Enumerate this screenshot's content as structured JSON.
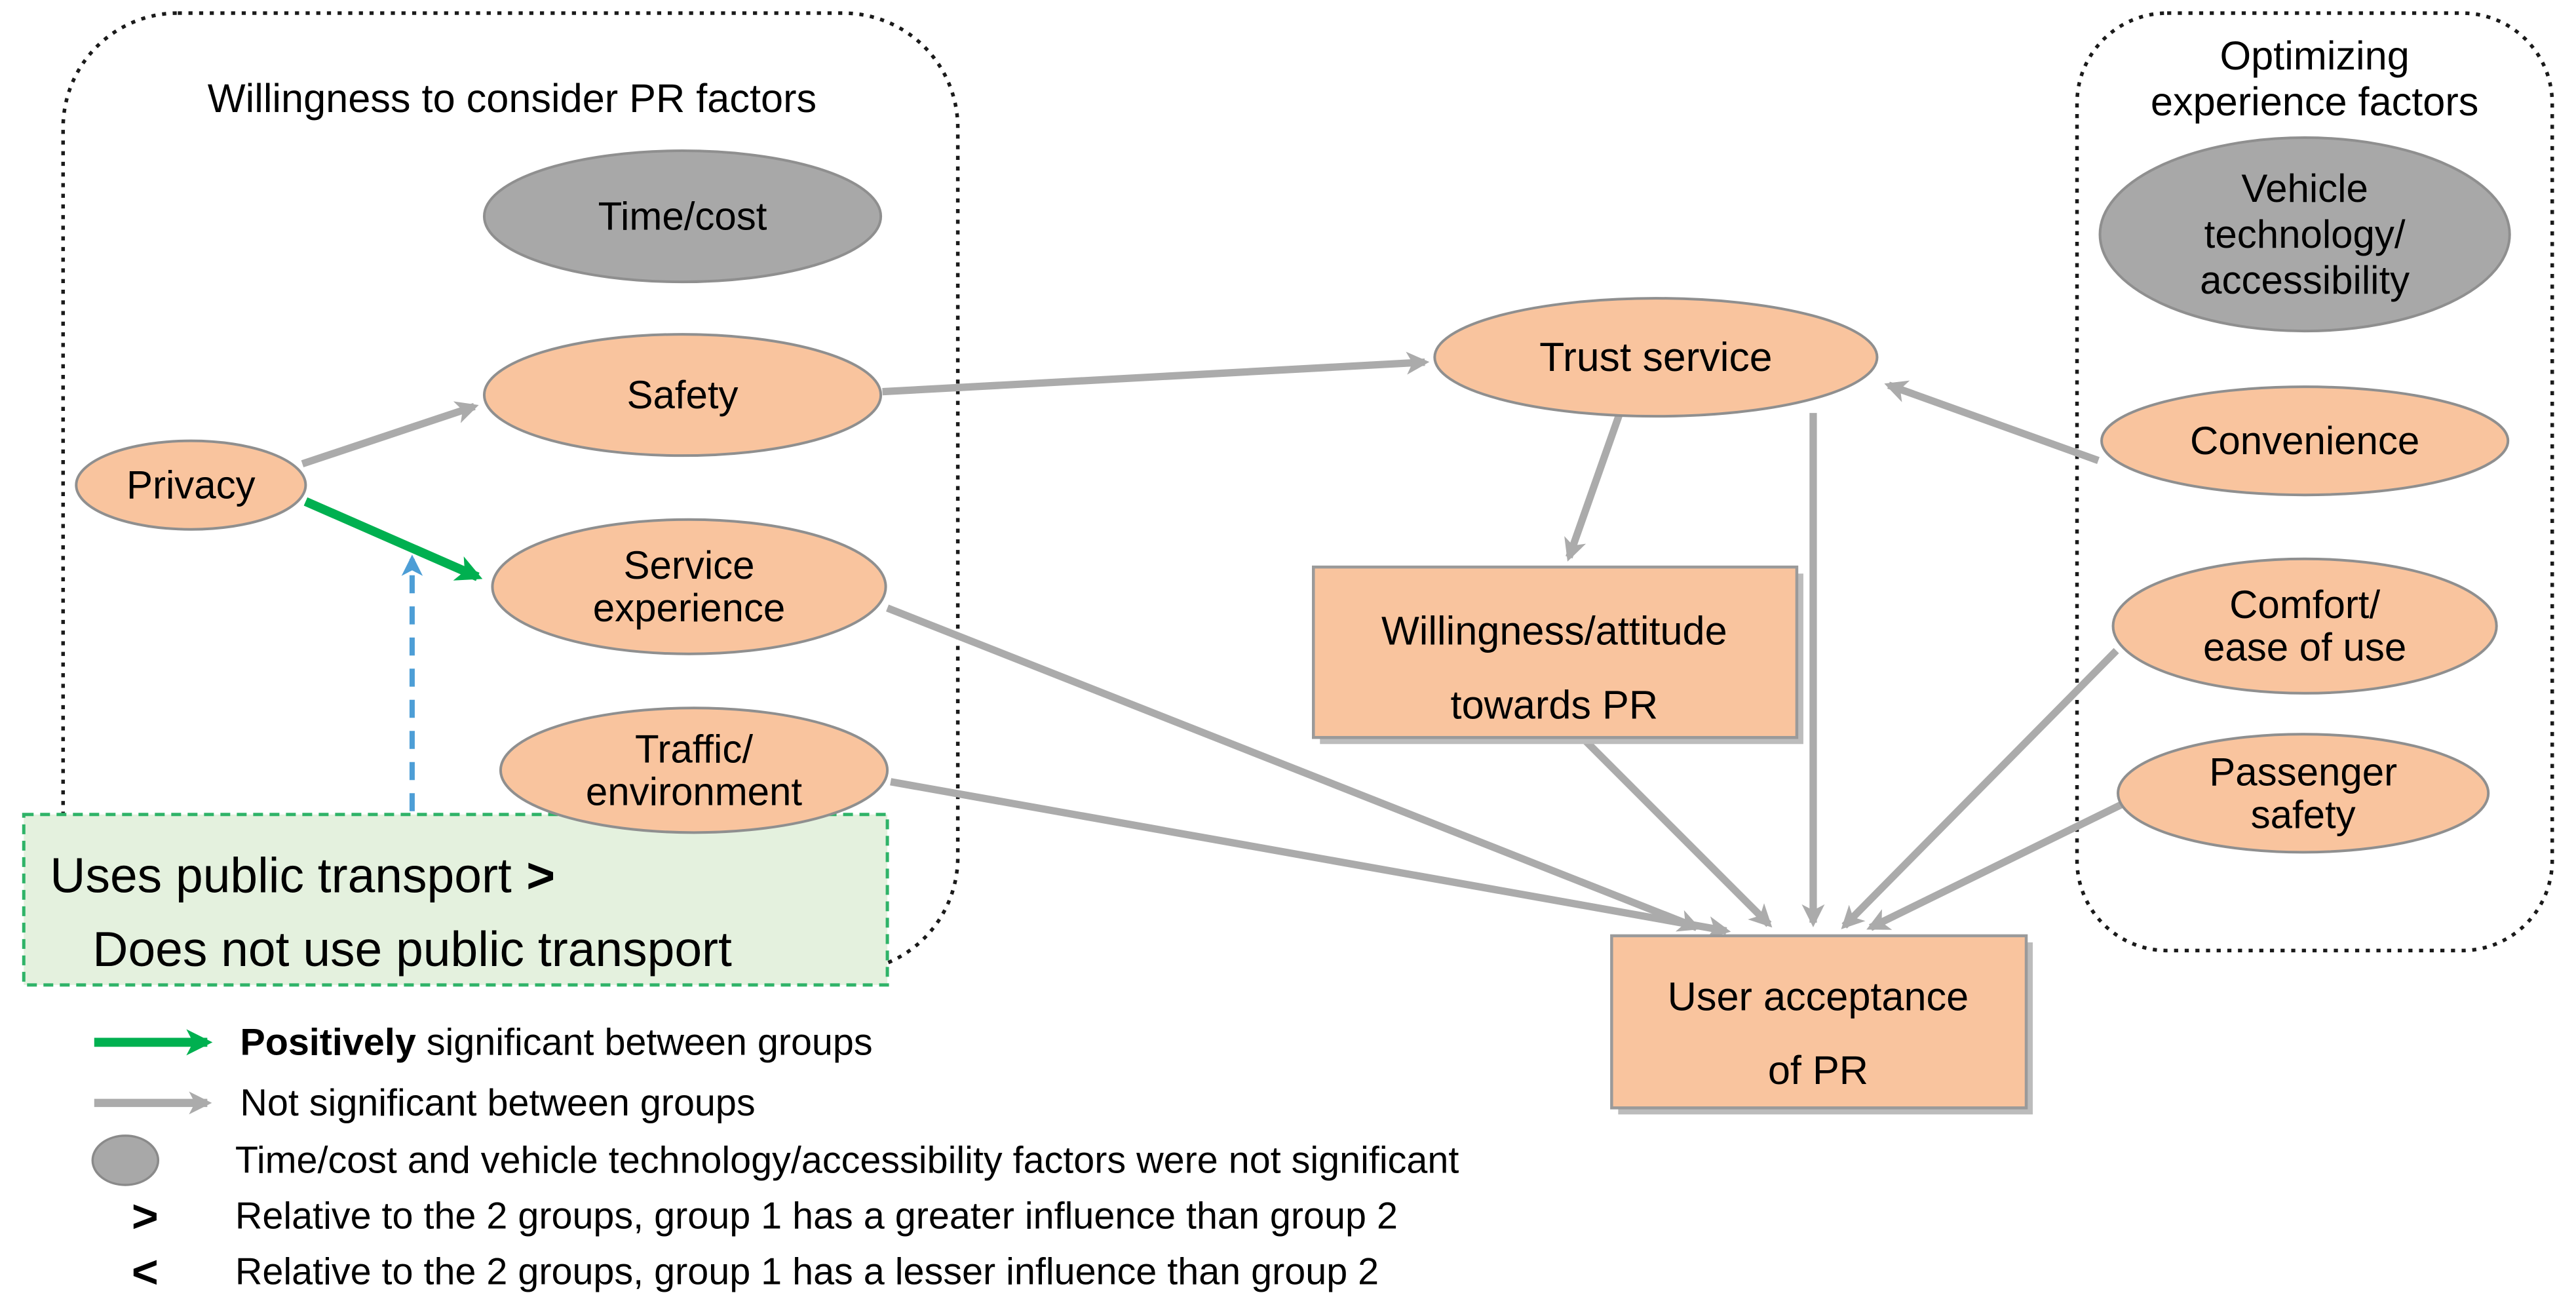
{
  "diagram": {
    "left_group": {
      "title": "Willingness to consider PR factors",
      "nodes": {
        "time_cost": {
          "label": "Time/cost",
          "significance": "not significant"
        },
        "safety": {
          "label": "Safety"
        },
        "privacy": {
          "label": "Privacy"
        },
        "service_experience": {
          "line1": "Service",
          "line2": "experience"
        },
        "traffic_environment": {
          "line1": "Traffic/",
          "line2": "environment"
        }
      }
    },
    "right_group": {
      "title_line1": "Optimizing",
      "title_line2": "experience factors",
      "nodes": {
        "vehicle_technology": {
          "line1": "Vehicle",
          "line2": "technology/",
          "line3": "accessibility",
          "significance": "not significant"
        },
        "convenience": {
          "label": "Convenience"
        },
        "comfort": {
          "line1": "Comfort/",
          "line2": "ease of use"
        },
        "passenger_safety": {
          "line1": "Passenger",
          "line2": "safety"
        }
      }
    },
    "center": {
      "trust_service": {
        "label": "Trust service"
      },
      "willingness_attitude": {
        "line1": "Willingness/attitude",
        "line2": "towards PR"
      },
      "user_acceptance": {
        "line1": "User acceptance",
        "line2": "of PR"
      }
    },
    "comparison_note": {
      "line1_text": "Uses public transport",
      "line1_symbol": ">",
      "line2_text": "Does not use public transport"
    },
    "legend": {
      "positive": {
        "bold": "Positively",
        "rest": " significant between groups"
      },
      "not_significant": "Not significant between groups",
      "gray_note": "Time/cost and vehicle technology/accessibility factors were not significant",
      "greater": {
        "symbol": ">",
        "text": "Relative to the 2 groups, group 1 has a greater influence than group 2"
      },
      "lesser": {
        "symbol": "<",
        "text": "Relative to the 2 groups, group 1 has a lesser influence than group 2"
      }
    },
    "colors": {
      "node_orange": "#F9C49E",
      "node_gray": "#A8A8A8",
      "node_border": "#8f8f8f",
      "arrow_gray": "#ABABAB",
      "arrow_green": "#00B050",
      "arrow_blue": "#4D9ED6",
      "note_fill": "#E4F1DE",
      "note_border": "#2FB368",
      "container_border": "#1a1a1a",
      "box_shadow": "#bcbcbc"
    }
  }
}
